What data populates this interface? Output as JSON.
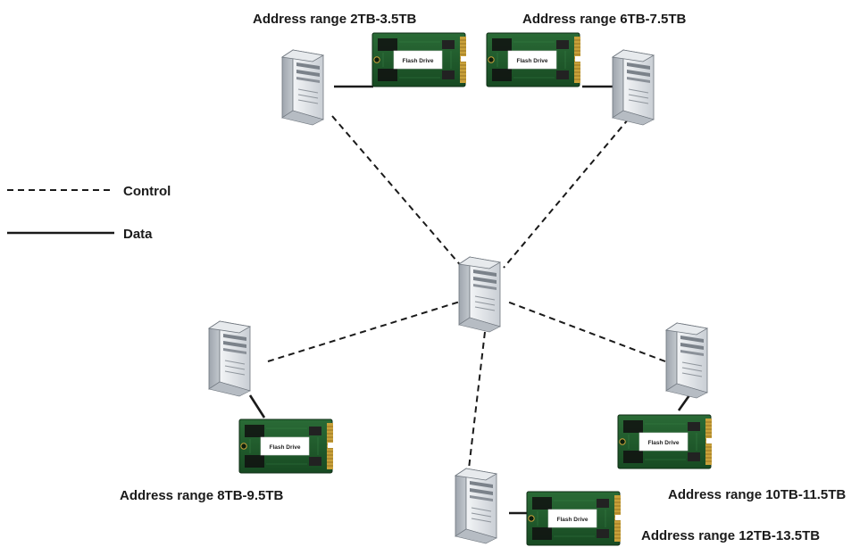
{
  "legend": {
    "control_label": "Control",
    "data_label": "Data"
  },
  "nodes": {
    "center": {
      "icon": "server-icon"
    },
    "top_left": {
      "icon": "server-icon",
      "drive_label": "Flash Drive",
      "address": "Address range 2TB-3.5TB"
    },
    "top_right": {
      "icon": "server-icon",
      "drive_label": "Flash Drive",
      "address": "Address range 6TB-7.5TB"
    },
    "mid_left": {
      "icon": "server-icon",
      "drive_label": "Flash Drive",
      "address": "Address range 8TB-9.5TB"
    },
    "mid_right": {
      "icon": "server-icon",
      "drive_label": "Flash Drive",
      "address": "Address range 10TB-11.5TB"
    },
    "bottom": {
      "icon": "server-icon",
      "drive_label": "Flash Drive",
      "address": "Address range 12TB-13.5TB"
    }
  },
  "colors": {
    "server_body": "#d9dde2",
    "server_side": "#aeb4bc",
    "pcb_green": "#1f5a2c",
    "pcb_dark": "#163f1f",
    "connector_gold": "#c9a13a",
    "label_white": "#ffffff"
  }
}
